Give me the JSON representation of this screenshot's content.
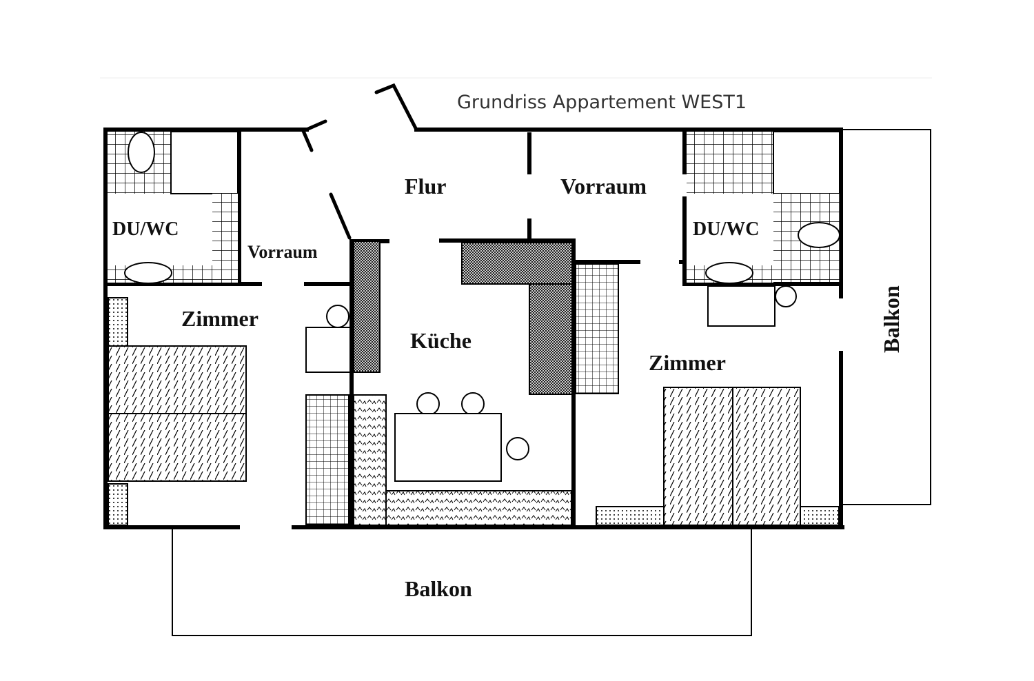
{
  "title": "Grundriss Appartement WEST1",
  "rooms": {
    "duwc_left": "DU/WC",
    "vorraum_left": "Vorraum",
    "flur": "Flur",
    "vorraum_right": "Vorraum",
    "duwc_right": "DU/WC",
    "zimmer_left": "Zimmer",
    "kueche": "Küche",
    "zimmer_right": "Zimmer",
    "balkon_side": "Balkon",
    "balkon_bottom": "Balkon"
  },
  "colors": {
    "wall": "#000000",
    "background": "#ffffff",
    "title_text": "#333333"
  }
}
